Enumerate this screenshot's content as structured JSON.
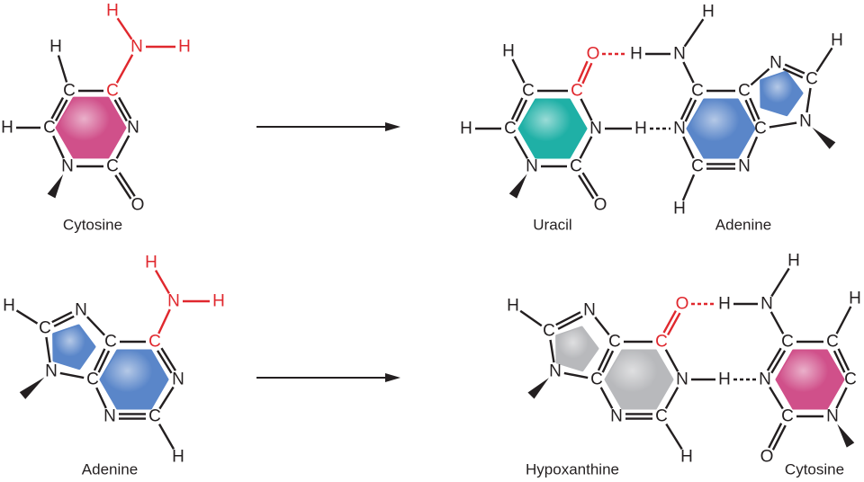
{
  "colors": {
    "bond": "#231f20",
    "highlight": "#e0282e",
    "cytosine_ring": "#d0508a",
    "uracil_ring": "#1fb0a6",
    "adenine_ring": "#5a86c9",
    "hypoxanthine_ring": "#b8b9bc"
  },
  "panels": [
    {
      "id": "cytosine",
      "labels": [
        "Cytosine"
      ],
      "atoms": [
        "H",
        "N",
        "H",
        "H",
        "C",
        "C",
        "H",
        "C",
        "N",
        "N",
        "C",
        "O"
      ]
    },
    {
      "id": "uracil-adenine-pair",
      "labels": [
        "Uracil",
        "Adenine"
      ],
      "atoms": [
        "H",
        "O",
        "H",
        "N",
        "H",
        "C",
        "C",
        "H",
        "C",
        "N",
        "H",
        "N",
        "C",
        "C",
        "N",
        "C",
        "H",
        "N",
        "C",
        "C",
        "N",
        "H",
        "N",
        "C",
        "O"
      ]
    },
    {
      "id": "adenine",
      "labels": [
        "Adenine"
      ],
      "atoms": [
        "H",
        "N",
        "H",
        "H",
        "C",
        "N",
        "C",
        "C",
        "N",
        "C",
        "N",
        "N",
        "C",
        "H"
      ]
    },
    {
      "id": "hypoxanthine-cytosine-pair",
      "labels": [
        "Hypoxanthine",
        "Cytosine"
      ],
      "atoms": [
        "H",
        "C",
        "N",
        "C",
        "C",
        "O",
        "H",
        "N",
        "H",
        "N",
        "C",
        "N",
        "H",
        "N",
        "N",
        "C",
        "H",
        "C",
        "C",
        "H",
        "C",
        "C",
        "N",
        "O"
      ]
    }
  ]
}
